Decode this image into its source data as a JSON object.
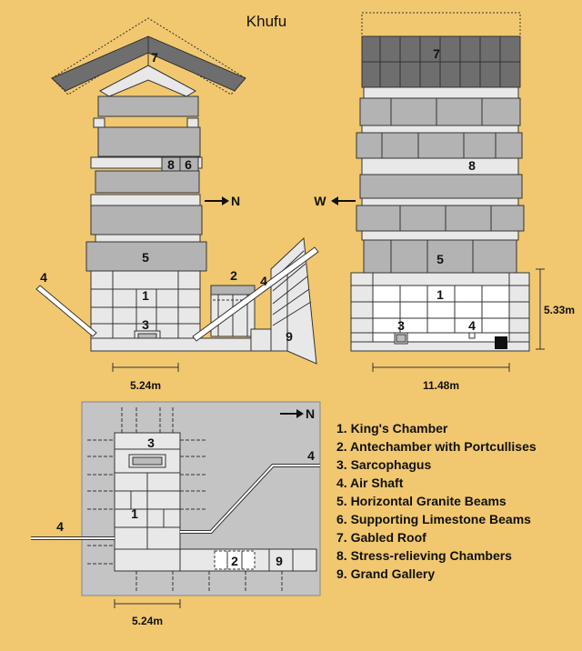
{
  "title": "Khufu",
  "colors": {
    "background": "#f1c870",
    "granite": "#b3b3b3",
    "roof": "#6e6e6e",
    "plan_bg": "#c4c4c4",
    "block": "#e8e8e8"
  },
  "icons": [
    "arrow-right-icon",
    "arrow-left-icon"
  ],
  "section_north": {
    "direction": "N",
    "labels": {
      "roof": "7",
      "chamber_8": "8",
      "beam_6": "6",
      "granite": "5",
      "king": "1",
      "ante": "2",
      "shaft_left": "4",
      "shaft_right": "4",
      "sarcophagus": "3",
      "gallery": "9"
    },
    "width": "5.24m"
  },
  "section_west": {
    "direction": "W",
    "labels": {
      "roof": "7",
      "chambers": "8",
      "granite": "5",
      "king": "1",
      "sarcophagus": "3",
      "shaft": "4"
    },
    "width": "11.48m",
    "height": "5.33m"
  },
  "plan": {
    "direction": "N",
    "labels": {
      "sarcophagus": "3",
      "shaft_right": "4",
      "king": "1",
      "shaft_left": "4",
      "ante": "2",
      "gallery": "9"
    },
    "width": "5.24m"
  },
  "legend": [
    "1. King's Chamber",
    "2. Antechamber with Portcullises",
    "3. Sarcophagus",
    "4. Air Shaft",
    "5. Horizontal Granite Beams",
    "6. Supporting Limestone Beams",
    "7. Gabled Roof",
    "8. Stress-relieving Chambers",
    "9. Grand Gallery"
  ]
}
